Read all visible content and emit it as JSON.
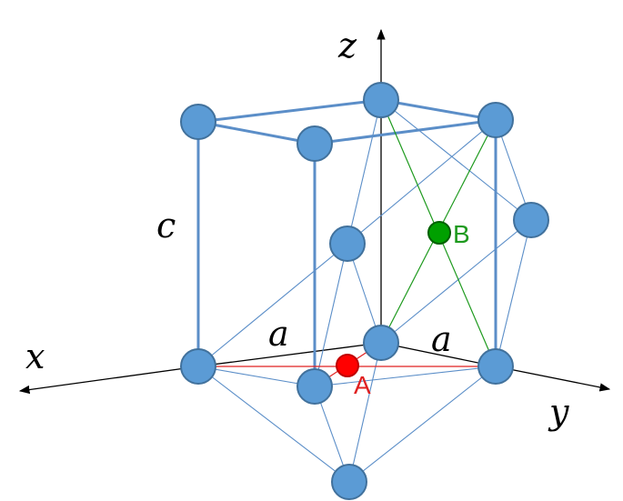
{
  "axes": {
    "x": "x",
    "y": "y",
    "z": "z"
  },
  "lattice": {
    "a_left": "a",
    "a_right": "a",
    "c": "c"
  },
  "sites": {
    "A": "A",
    "B": "B"
  },
  "colors": {
    "atom": "#5b9bd5",
    "bond": "#5b8ec8",
    "site_A": "#ff0000",
    "site_B": "#00a000",
    "green_lines": "#1e9a1e"
  }
}
